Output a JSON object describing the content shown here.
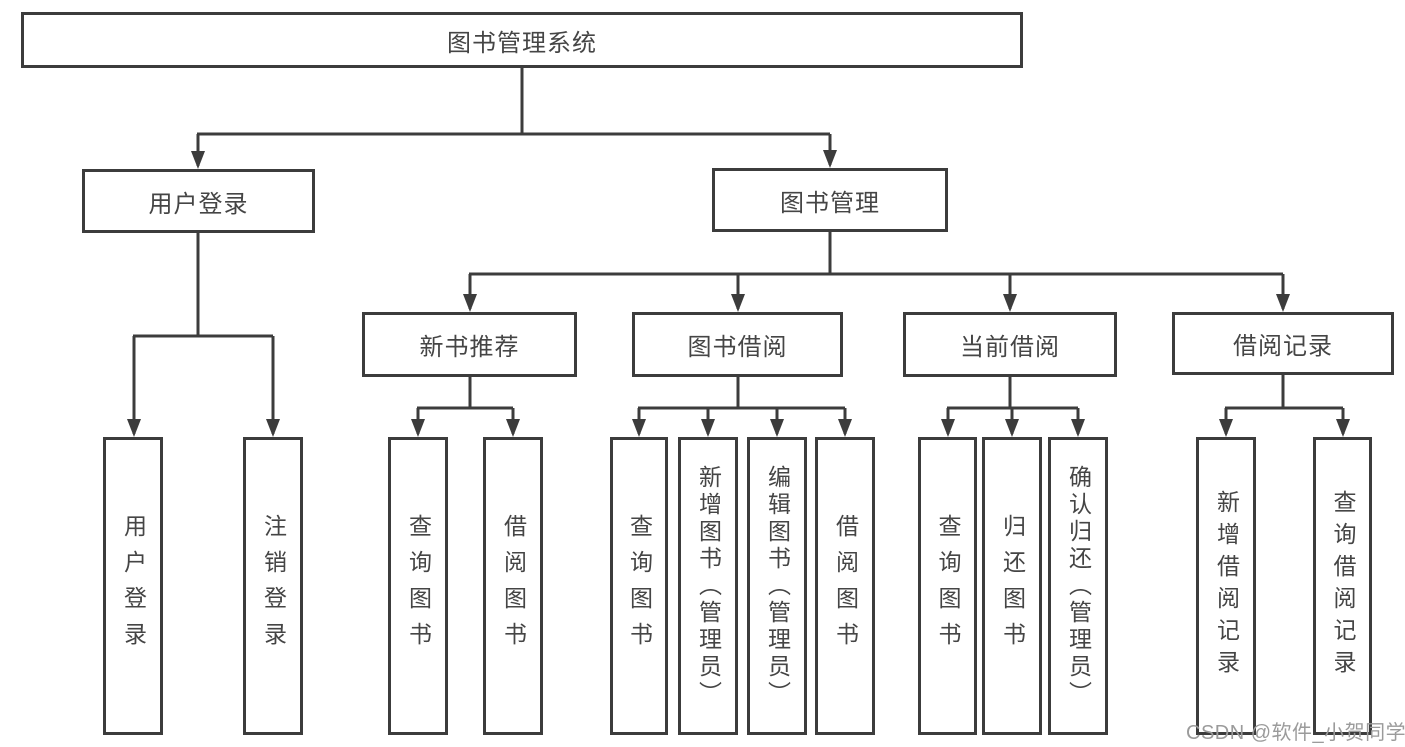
{
  "diagram_title": "图书管理系统",
  "nodes": {
    "root": "图书管理系统",
    "user_login": "用户登录",
    "book_management": "图书管理",
    "new_book_recommend": "新书推荐",
    "book_borrow": "图书借阅",
    "current_borrow": "当前借阅",
    "borrow_records": "借阅记录",
    "ul_user_login": "用户登录",
    "ul_logout": "注销登录",
    "nbr_query_books": "查询图书",
    "nbr_borrow_books": "借阅图书",
    "bb_query_books": "查询图书",
    "bb_add_books": "新增图书（管理员）",
    "bb_edit_books": "编辑图书（管理员）",
    "bb_borrow_books": "借阅图书",
    "cb_query_books": "查询图书",
    "cb_return_books": "归还图书",
    "cb_confirm_return": "确认归还（管理员）",
    "br_add_record": "新增借阅记录",
    "br_query_record": "查询借阅记录"
  },
  "watermark": "CSDN @软件_小贺同学",
  "colors": {
    "line": "#3c3c3c",
    "text": "#454545",
    "watermark_text": "#9b9b9b",
    "background": "#ffffff"
  }
}
